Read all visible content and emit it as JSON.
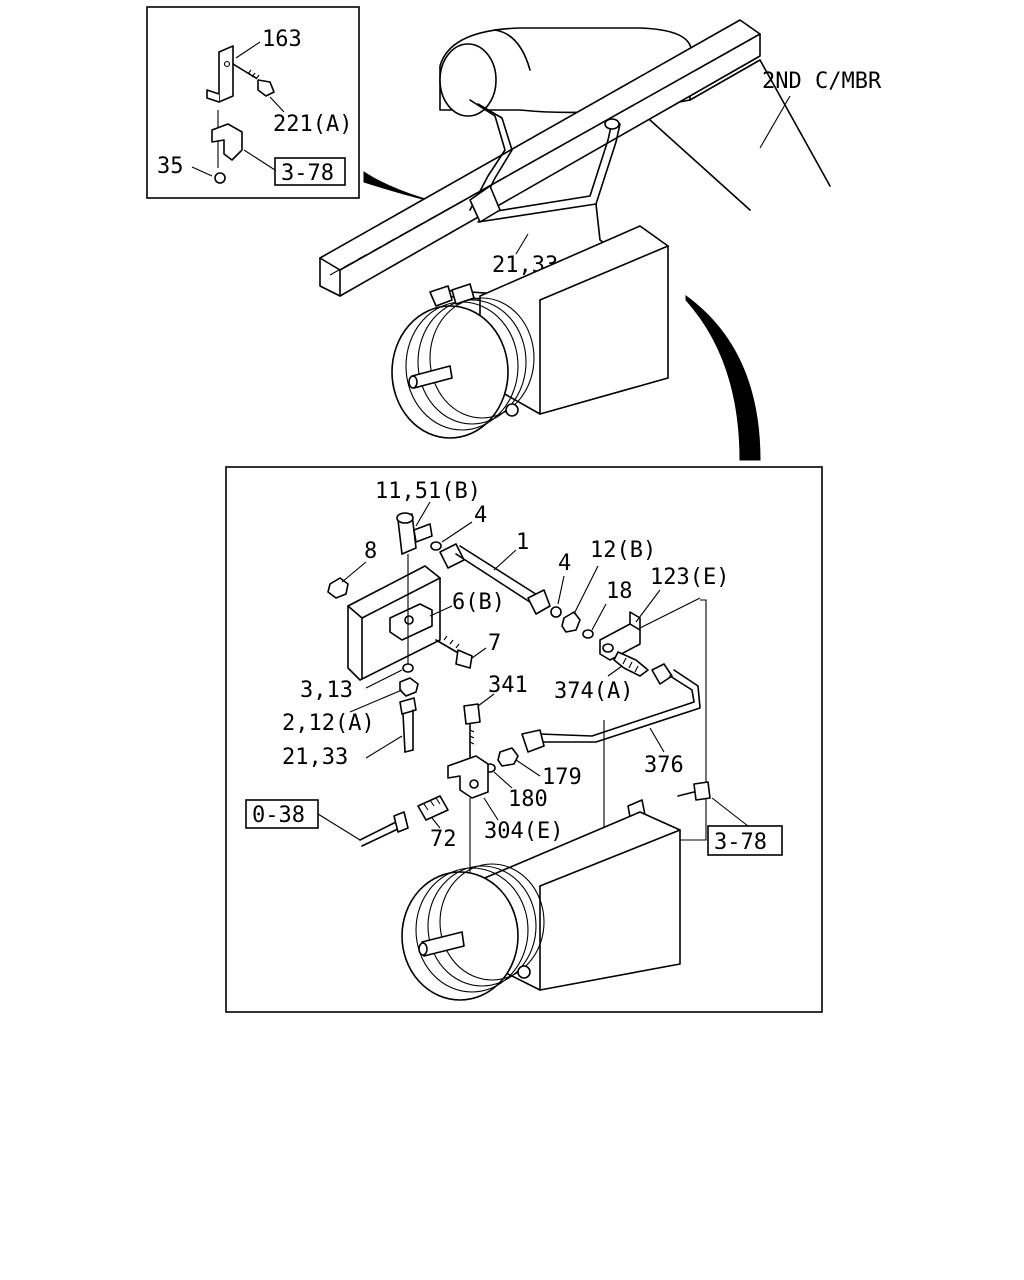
{
  "inset_top": {
    "labels": {
      "p163": "163",
      "p221a": "221(A)",
      "p35": "35",
      "ref_3_78": "3-78"
    }
  },
  "overview": {
    "labels": {
      "member": "2ND C/MBR",
      "p21_33": "21,33"
    }
  },
  "detail": {
    "labels": {
      "p11_51b": "11,51(B)",
      "p4a": "4",
      "p1": "1",
      "p8": "8",
      "p4b": "4",
      "p12b": "12(B)",
      "p123e": "123(E)",
      "p18": "18",
      "p6b": "6(B)",
      "p7": "7",
      "p374a": "374(A)",
      "p3_13": "3,13",
      "p341": "341",
      "p2_12a": "2,12(A)",
      "p21_33": "21,33",
      "p376": "376",
      "p179": "179",
      "p180": "180",
      "ref_0_38": "0-38",
      "p72": "72",
      "p304e": "304(E)",
      "ref_3_78": "3-78"
    }
  }
}
